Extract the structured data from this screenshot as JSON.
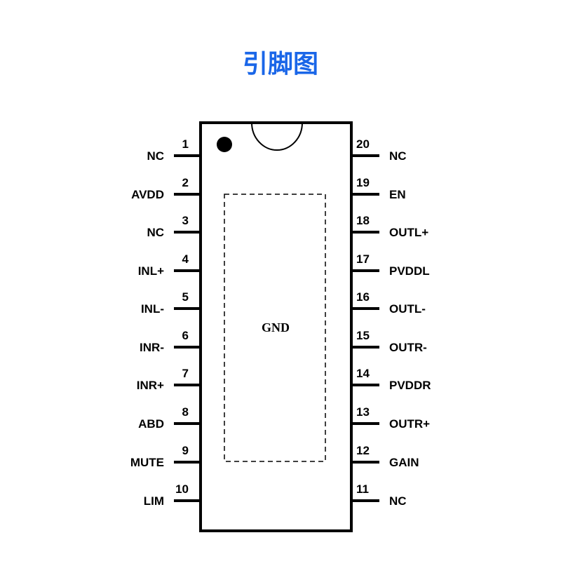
{
  "title": "引脚图",
  "chip": {
    "center_label": "GND",
    "left_pins": [
      {
        "number": "1",
        "name": "NC"
      },
      {
        "number": "2",
        "name": "AVDD"
      },
      {
        "number": "3",
        "name": "NC"
      },
      {
        "number": "4",
        "name": "INL+"
      },
      {
        "number": "5",
        "name": "INL-"
      },
      {
        "number": "6",
        "name": "INR-"
      },
      {
        "number": "7",
        "name": "INR+"
      },
      {
        "number": "8",
        "name": "ABD"
      },
      {
        "number": "9",
        "name": "MUTE"
      },
      {
        "number": "10",
        "name": "LIM"
      }
    ],
    "right_pins": [
      {
        "number": "20",
        "name": "NC"
      },
      {
        "number": "19",
        "name": "EN"
      },
      {
        "number": "18",
        "name": "OUTL+"
      },
      {
        "number": "17",
        "name": "PVDDL"
      },
      {
        "number": "16",
        "name": "OUTL-"
      },
      {
        "number": "15",
        "name": "OUTR-"
      },
      {
        "number": "14",
        "name": "PVDDR"
      },
      {
        "number": "13",
        "name": "OUTR+"
      },
      {
        "number": "12",
        "name": "GAIN"
      },
      {
        "number": "11",
        "name": "NC"
      }
    ]
  }
}
